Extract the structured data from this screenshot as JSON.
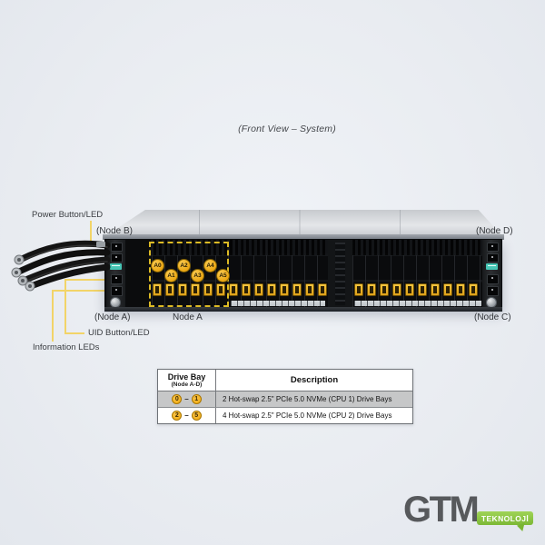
{
  "title": "(Front View – System)",
  "callouts": {
    "power": "Power Button/LED",
    "uid": "UID Button/LED",
    "info": "Information LEDs"
  },
  "nodes": {
    "b": "(Node B)",
    "d": "(Node D)",
    "a_panel": "(Node A)",
    "a_bays": "Node A",
    "c": "(Node C)"
  },
  "server": {
    "drives": [
      "A0",
      "A1",
      "A2",
      "A3",
      "A4",
      "A5"
    ],
    "left_tab_count": 14,
    "right_tab_count": 10
  },
  "table": {
    "header": {
      "col1_line1": "Drive Bay",
      "col1_line2": "(Node A-D)",
      "col2": "Description"
    },
    "rows": [
      {
        "from": "0",
        "to": "1",
        "dash": "–",
        "desc": "2 Hot-swap 2.5\" PCIe 5.0 NVMe (CPU 1) Drive Bays"
      },
      {
        "from": "2",
        "to": "5",
        "dash": "–",
        "desc": "4 Hot-swap 2.5\" PCIe 5.0 NVMe (CPU 2) Drive Bays"
      }
    ]
  },
  "logo": {
    "name": "GTM",
    "badge": "TEKNOLOJİ"
  },
  "colors": {
    "accent_yellow": "#f2b126",
    "dashed_yellow": "#ddbb25",
    "callout_line": "#f2d468",
    "logo_green": "#7cb835",
    "logo_gray": "#57595c"
  }
}
